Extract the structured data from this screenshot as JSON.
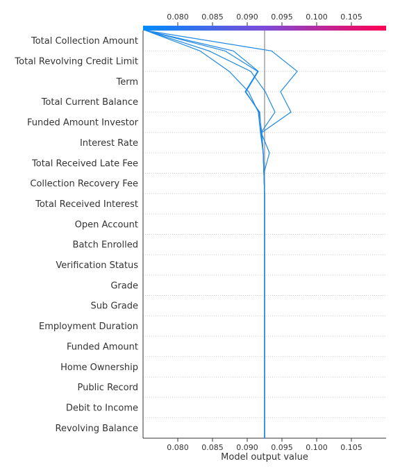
{
  "chart_data": {
    "type": "line",
    "title": "",
    "xlabel": "Model output value",
    "ylabel": "",
    "xlim": [
      0.075,
      0.11
    ],
    "x_ticks": [
      0.08,
      0.085,
      0.09,
      0.095,
      0.1,
      0.105
    ],
    "x_tick_labels": [
      "0.080",
      "0.085",
      "0.090",
      "0.095",
      "0.100",
      "0.105"
    ],
    "base_value": 0.0925,
    "colorbar": {
      "from": "#008bfb",
      "mid": "#7c4bd8",
      "to": "#ff0052"
    },
    "line_color": "#1e88e5",
    "features": [
      "Total Collection Amount",
      "Total Revolving Credit Limit",
      "Term",
      "Total Current Balance",
      "Funded Amount Investor",
      "Interest Rate",
      "Total Received Late Fee",
      "Collection Recovery Fee",
      "Total Received Interest",
      "Open Account",
      "Batch Enrolled",
      "Verification Status",
      "Grade",
      "Sub Grade",
      "Employment Duration",
      "Funded Amount",
      "Home Ownership",
      "Public Record",
      "Debit to Income",
      "Revolving Balance"
    ],
    "series": [
      {
        "values": [
          0.0754,
          0.0935,
          0.0972,
          0.0948,
          0.0963,
          0.0921,
          0.0923,
          0.0924,
          0.0925,
          0.0925,
          0.0925,
          0.0925,
          0.0925,
          0.0925,
          0.0925,
          0.0925,
          0.0925,
          0.0925,
          0.0925,
          0.0925,
          0.0925
        ]
      },
      {
        "values": [
          0.0754,
          0.088,
          0.0916,
          0.0898,
          0.0917,
          0.0921,
          0.0923,
          0.0924,
          0.0925,
          0.0925,
          0.0925,
          0.0925,
          0.0925,
          0.0925,
          0.0925,
          0.0925,
          0.0925,
          0.0925,
          0.0925,
          0.0925,
          0.0925
        ]
      },
      {
        "values": [
          0.0754,
          0.0832,
          0.0874,
          0.0902,
          0.0916,
          0.0919,
          0.0923,
          0.0924,
          0.0925,
          0.0925,
          0.0925,
          0.0925,
          0.0925,
          0.0925,
          0.0925,
          0.0925,
          0.0925,
          0.0925,
          0.0925,
          0.0925,
          0.0925
        ]
      },
      {
        "values": [
          0.0754,
          0.0845,
          0.0905,
          0.0926,
          0.094,
          0.092,
          0.0932,
          0.0924,
          0.0925,
          0.0925,
          0.0925,
          0.0925,
          0.0925,
          0.0925,
          0.0925,
          0.0925,
          0.0925,
          0.0925,
          0.0925,
          0.0925,
          0.0925
        ]
      },
      {
        "values": [
          0.0754,
          0.0868,
          0.0915,
          0.0897,
          0.0918,
          0.092,
          0.0923,
          0.0924,
          0.0925,
          0.0925,
          0.0925,
          0.0925,
          0.0925,
          0.0925,
          0.0925,
          0.0925,
          0.0925,
          0.0925,
          0.0925,
          0.0925,
          0.0925
        ]
      }
    ]
  }
}
